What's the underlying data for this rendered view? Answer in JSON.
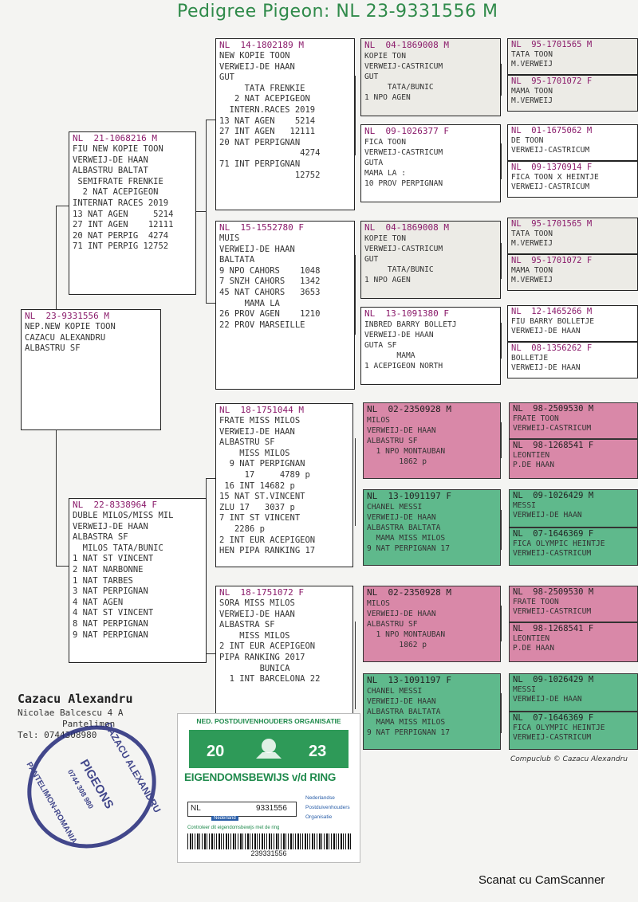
{
  "title": "Pedigree Pigeon: NL  23-9331556 M",
  "subject": {
    "header": "NL  23-9331556 M",
    "lines": [
      "NEP.NEW KOPIE TOON",
      "CAZACU ALEXANDRU",
      "ALBASTRU SF"
    ]
  },
  "father": {
    "header": "NL  21-1068216 M",
    "lines": [
      "FIU NEW KOPIE TOON",
      "VERWEIJ-DE HAAN",
      "ALBASTRU BALTAT",
      " SEMIFRATE FRENKIE",
      "  2 NAT ACEPIGEON",
      "INTERNAT RACES 2019",
      "13 NAT AGEN     5214",
      "27 INT AGEN    12111",
      "20 NAT PERPIG  4274",
      "71 INT PERPIG 12752"
    ]
  },
  "mother": {
    "header": "NL  22-8338964 F",
    "lines": [
      "DUBLE MILOS/MISS MIL",
      "VERWEIJ-DE HAAN",
      "ALBASTRA SF",
      "  MILOS TATA/BUNIC",
      "1 NAT ST VINCENT",
      "2 NAT NARBONNE",
      "1 NAT TARBES",
      "3 NAT PERPIGNAN",
      "4 NAT AGEN",
      "4 NAT ST VINCENT",
      "8 NAT PERPIGNAN",
      "9 NAT PERPIGNAN"
    ]
  },
  "ff": {
    "header": "NL  14-1802189 M",
    "lines": [
      "NEW KOPIE TOON",
      "VERWEIJ-DE HAAN",
      "GUT",
      "     TATA FRENKIE",
      "   2 NAT ACEPIGEON",
      "  INTERN.RACES 2019",
      "13 NAT AGEN    5214",
      "27 INT AGEN   12111",
      "20 NAT PERPIGNAN",
      "                4274",
      "71 INT PERPIGNAN",
      "               12752"
    ]
  },
  "fm": {
    "header": "NL  15-1552780 F",
    "lines": [
      "MUIS",
      "VERWEIJ-DE HAAN",
      "BALTATA",
      "9 NPO CAHORS    1048",
      "7 SNZH CAHORS   1342",
      "45 NAT CAHORS   3653",
      "     MAMA LA",
      "26 PROV AGEN    1210",
      "22 PROV MARSEILLE"
    ]
  },
  "mf": {
    "header": "NL  18-1751044 M",
    "lines": [
      "FRATE MISS MILOS",
      "VERWEIJ-DE HAAN",
      "ALBASTRU SF",
      "    MISS MILOS",
      "  9 NAT PERPIGNAN",
      "     17     4789 p",
      " 16 INT 14682 p",
      "15 NAT ST.VINCENT",
      "ZLU 17   3037 p",
      "7 INT ST VINCENT",
      "   2286 p",
      "2 INT EUR ACEPIGEON",
      "HEN PIPA RANKING 17"
    ]
  },
  "mm": {
    "header": "NL  18-1751072 F",
    "lines": [
      "SORA MISS MILOS",
      "VERWEIJ-DE HAAN",
      "ALBASTRA SF",
      "    MISS MILOS",
      "2 INT EUR ACEPIGEON",
      "PIPA RANKING 2017",
      "        BUNICA",
      "  1 INT BARCELONA 22"
    ]
  },
  "g3": [
    {
      "header": "NL  04-1869008 M",
      "lines": [
        "KOPIE TON",
        "VERWEIJ-CASTRICUM",
        "GUT",
        "     TATA/BUNIC",
        "1 NPO AGEN"
      ]
    },
    {
      "header": "NL  09-1026377 F",
      "lines": [
        "FICA TOON",
        "VERWEIJ-CASTRICUM",
        "GUTA",
        "MAMA LA :",
        "10 PROV PERPIGNAN"
      ]
    },
    {
      "header": "NL  04-1869008 M",
      "lines": [
        "KOPIE TON",
        "VERWEIJ-CASTRICUM",
        "GUT",
        "     TATA/BUNIC",
        "1 NPO AGEN"
      ]
    },
    {
      "header": "NL  13-1091380 F",
      "lines": [
        "INBRED BARRY BOLLETJ",
        "VERWEIJ-DE HAAN",
        "GUTA SF",
        "       MAMA",
        "1 ACEPIGEON NORTH"
      ]
    },
    {
      "header": "NL  02-2350928 M",
      "lines": [
        "MILOS",
        "VERWEIJ-DE HAAN",
        "ALBASTRU SF",
        "  1 NPO MONTAUBAN",
        "       1862 p"
      ]
    },
    {
      "header": "NL  13-1091197 F",
      "lines": [
        "CHANEL MESSI",
        "VERWEIJ-DE HAAN",
        "ALBASTRA BALTATA",
        "  MAMA MISS MILOS",
        "9 NAT PERPIGNAN 17"
      ]
    },
    {
      "header": "NL  02-2350928 M",
      "lines": [
        "MILOS",
        "VERWEIJ-DE HAAN",
        "ALBASTRU SF",
        "  1 NPO MONTAUBAN",
        "       1862 p"
      ]
    },
    {
      "header": "NL  13-1091197 F",
      "lines": [
        "CHANEL MESSI",
        "VERWEIJ-DE HAAN",
        "ALBASTRA BALTATA",
        "  MAMA MISS MILOS",
        "9 NAT PERPIGNAN 17"
      ]
    }
  ],
  "g4": [
    {
      "header": "NL  95-1701565 M",
      "lines": [
        "TATA TOON",
        "M.VERWEIJ"
      ]
    },
    {
      "header": "NL  95-1701072 F",
      "lines": [
        "MAMA TOON",
        "M.VERWEIJ"
      ]
    },
    {
      "header": "NL  01-1675062 M",
      "lines": [
        "DE TOON",
        "VERWEIJ-CASTRICUM"
      ]
    },
    {
      "header": "NL  09-1370914 F",
      "lines": [
        "FICA TOON X HEINTJE",
        "VERWEIJ-CASTRICUM"
      ]
    },
    {
      "header": "NL  95-1701565 M",
      "lines": [
        "TATA TOON",
        "M.VERWEIJ"
      ]
    },
    {
      "header": "NL  95-1701072 F",
      "lines": [
        "MAMA TOON",
        "M.VERWEIJ"
      ]
    },
    {
      "header": "NL  12-1465266 M",
      "lines": [
        "FIU BARRY BOLLETJE",
        "VERWEIJ-DE HAAN"
      ]
    },
    {
      "header": "NL  08-1356262 F",
      "lines": [
        "BOLLETJE",
        "VERWEIJ-DE HAAN"
      ]
    },
    {
      "header": "NL  98-2509530 M",
      "lines": [
        "FRATE TOON",
        "VERWEIJ-CASTRICUM"
      ]
    },
    {
      "header": "NL  98-1268541 F",
      "lines": [
        "LEONTIEN",
        "P.DE HAAN"
      ]
    },
    {
      "header": "NL  09-1026429 M",
      "lines": [
        "MESSI",
        "VERWEIJ-DE HAAN"
      ]
    },
    {
      "header": "NL  07-1646369 F",
      "lines": [
        "FICA OLYMPIC HEINTJE",
        "VERWEIJ-CASTRICUM"
      ]
    },
    {
      "header": "NL  98-2509530 M",
      "lines": [
        "FRATE TOON",
        "VERWEIJ-CASTRICUM"
      ]
    },
    {
      "header": "NL  98-1268541 F",
      "lines": [
        "LEONTIEN",
        "P.DE HAAN"
      ]
    },
    {
      "header": "NL  09-1026429 M",
      "lines": [
        "MESSI",
        "VERWEIJ-DE HAAN"
      ]
    },
    {
      "header": "NL  07-1646369 F",
      "lines": [
        "FICA OLYMPIC HEINTJE",
        "VERWEIJ-CASTRICUM"
      ]
    }
  ],
  "footer": {
    "owner": "Cazacu Alexandru",
    "address": "Nicolae Balcescu 4 A",
    "city": "Pantelimon",
    "tel": "Tel: 0744308980",
    "compuclub": "Compuclub © Cazacu Alexandru"
  },
  "stamp": {
    "top_text": "CAZACU ALEXANDRU",
    "middle_text": "PIGEONS",
    "phone": "0744 308 980",
    "bottom_text": "PANTELIMON-ROMANIA"
  },
  "ring_card": {
    "org": "NED. POSTDUIVENHOUDERS ORGANISATIE",
    "year_left": "20",
    "year_right": "23",
    "heading": "EIGENDOMSBEWIJS v/d RING",
    "country": "NL",
    "ring_number": "9331556",
    "nationality": "Nederland",
    "control_text": "Controleer dit eigendomsbewijs met de ring",
    "barcode": "239331556",
    "org_logo": [
      "Nederlandse",
      "Postduivenhouders",
      "Organisatie"
    ]
  },
  "scanner": "Scanat cu CamScanner",
  "colors": {
    "title_green": "#2f8a4a",
    "ring_header": "#8a1a6a",
    "pink": "#d988a8",
    "green": "#5fb98c"
  }
}
